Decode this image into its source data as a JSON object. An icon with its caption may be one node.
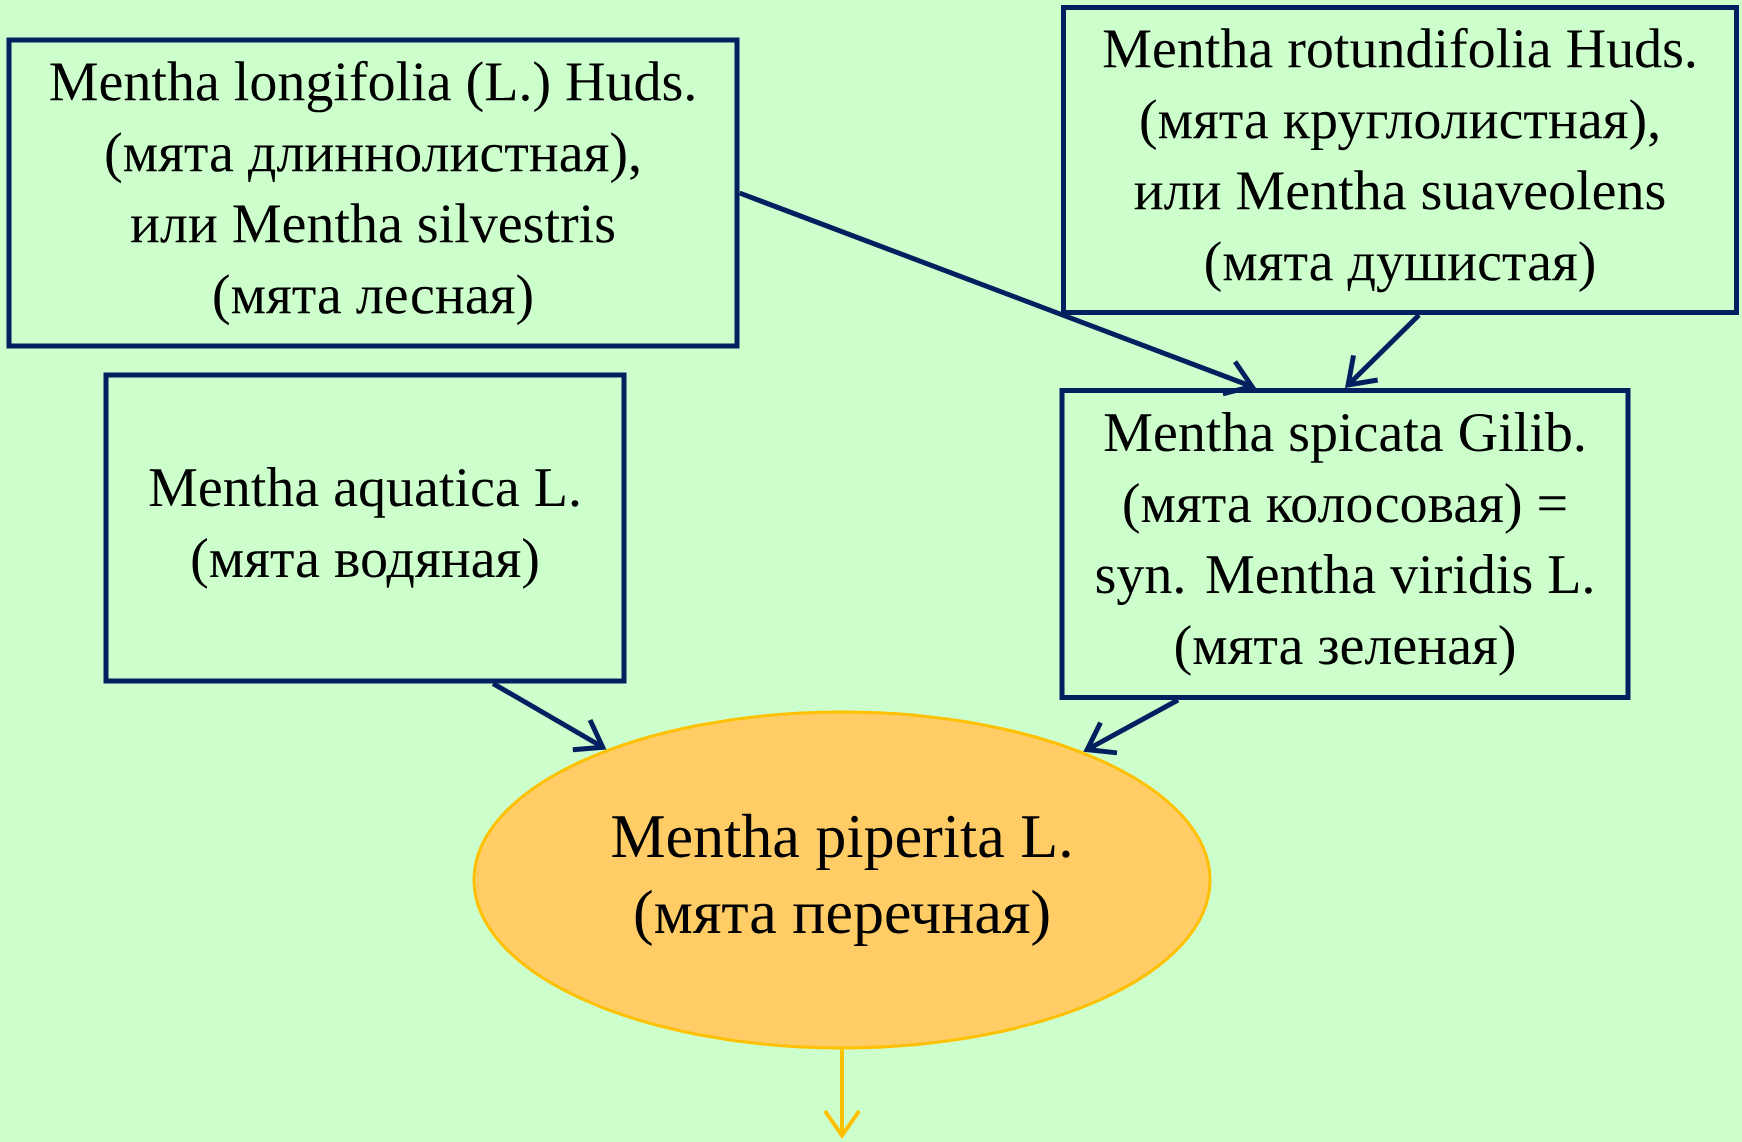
{
  "diagram": {
    "nodes": [
      {
        "text": [
          "Mentha longifolia (L.) Huds.",
          "(мята длиннолистная),",
          "или Mentha silvestris",
          "(мята лесная)"
        ]
      },
      {
        "text": [
          "Mentha rotundifolia Huds.",
          "(мята круглолистная),",
          "или Mentha suaveolens",
          "(мята душистая)"
        ]
      },
      {
        "text": [
          "Mentha aquatica L.",
          "(мята водяная)"
        ]
      },
      {
        "text": [
          "Mentha spicata Gilib.",
          "(мята колосовая) =",
          "syn. Mentha viridis L.",
          "(мята зеленая)"
        ]
      },
      {
        "text": [
          "Mentha piperita L.",
          "(мята перечная)"
        ]
      }
    ],
    "edges": [
      {
        "from": 0,
        "to": 3,
        "arrow": "to"
      },
      {
        "from": 1,
        "to": 3,
        "arrow": "to"
      },
      {
        "from": 2,
        "to": 4,
        "arrow": "to"
      },
      {
        "from": 3,
        "to": 4,
        "arrow": "to"
      },
      {
        "from": 4,
        "to": null,
        "arrow": "to",
        "color": "#ffc000"
      }
    ]
  }
}
